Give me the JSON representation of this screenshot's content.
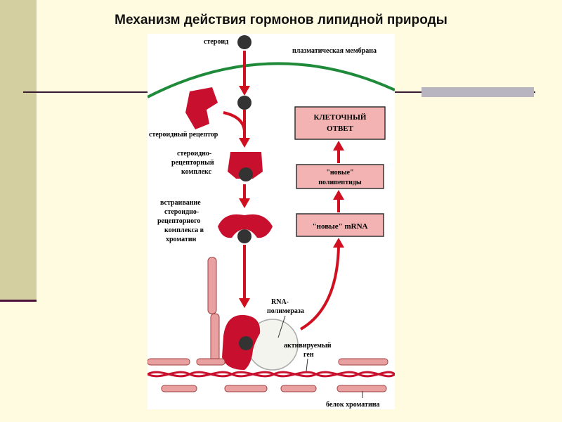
{
  "slide": {
    "title": "Механизм действия гормонов липидной природы"
  },
  "diagram": {
    "labels": {
      "steroid": "стероид",
      "membrane": "плазматическая мембрана",
      "receptor": "стероидный рецептор",
      "complex_line1": "стероидно-",
      "complex_line2": "рецепторный",
      "complex_line3": "комплекс",
      "insertion_line1": "встраивание",
      "insertion_line2": "стероидно-",
      "insertion_line3": "рецепторного",
      "insertion_line4": "комплекса в",
      "insertion_line5": "хроматин",
      "rna_line1": "RNA-",
      "rna_line2": "полимераза",
      "gene_line1": "активируемый",
      "gene_line2": "ген",
      "chromatin_protein": "белок хроматина"
    },
    "boxes": {
      "response_line1": "КЛЕТОЧНЫЙ",
      "response_line2": "ОТВЕТ",
      "polypeptides_line1": "\"новые\"",
      "polypeptides_line2": "полипептиды",
      "mrna": "\"новые\" mRNA"
    },
    "colors": {
      "receptor": "#c8102e",
      "arrow": "#d01020",
      "membrane": "#1e8a3a",
      "box_fill": "#f4b3b3",
      "chromatin": "#e9a0a0",
      "steroid": "#333333"
    }
  }
}
